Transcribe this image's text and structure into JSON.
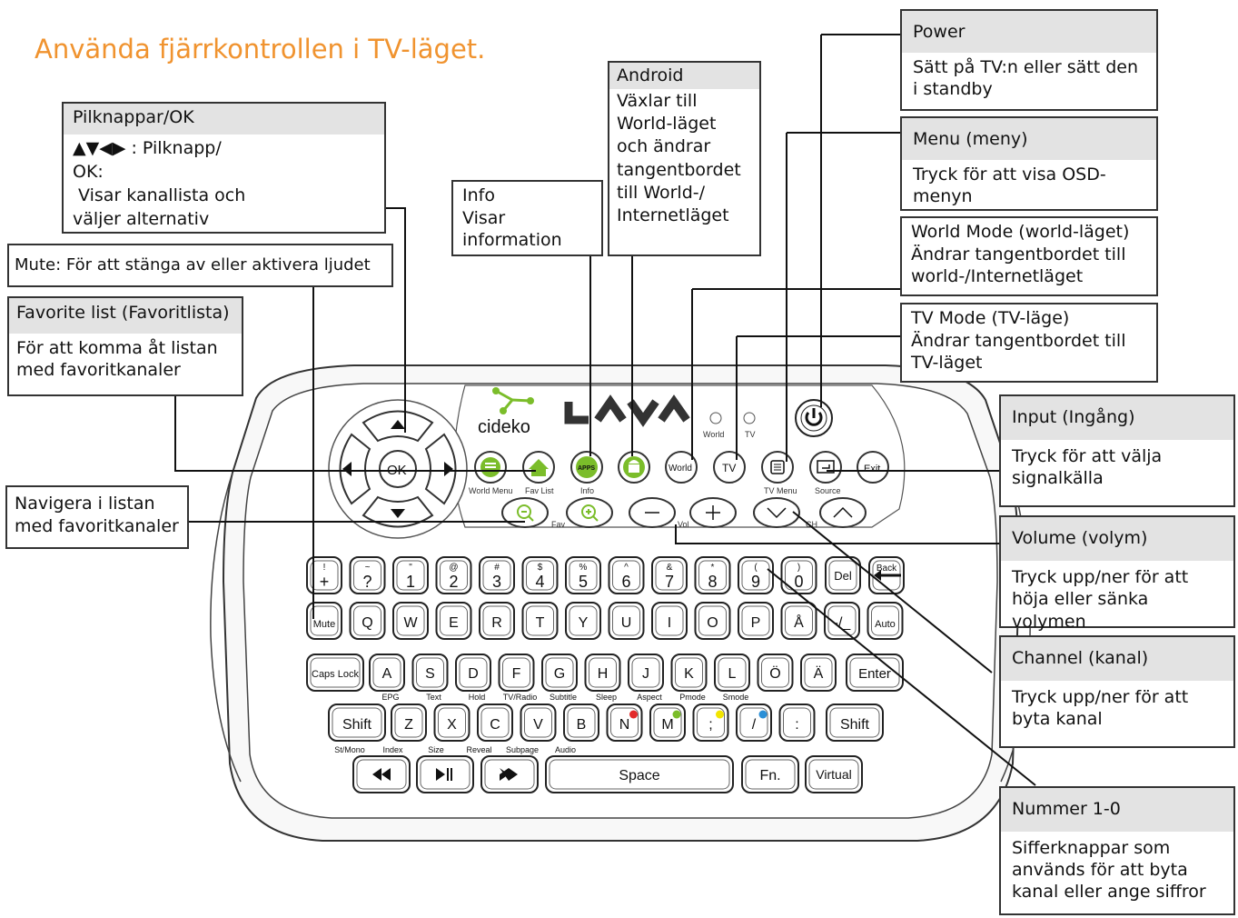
{
  "title": "Använda fjärrkontrollen i TV-läget.",
  "brand": {
    "cideko": "cideko",
    "lava": "LAVA",
    "world_led": "World",
    "tv_led": "TV"
  },
  "callouts": {
    "arrow_ok": {
      "header": "Pilknappar/OK",
      "line1": "▲▼◀▶ : Pilknapp/",
      "line2": "OK:",
      "line3": " Visar kanallista och",
      "line4": "väljer alternativ"
    },
    "mute": {
      "text": "Mute: För att stänga av eller aktivera ljudet"
    },
    "favorite": {
      "header": "Favorite list (Favoritlista)",
      "body": "För att komma åt listan med favoritkanaler"
    },
    "navigate": {
      "body": "Navigera i listan med favoritkanaler"
    },
    "info": {
      "header": "Info",
      "body": "Visar information"
    },
    "android": {
      "header": "Android",
      "body": "Växlar till World-läget och ändrar tangentbordet till World-/ Internetläget"
    },
    "power": {
      "header": "Power",
      "body": "Sätt på TV:n eller sätt den i standby"
    },
    "menu": {
      "header": "Menu (meny)",
      "body": "Tryck för att visa OSD-menyn"
    },
    "world_mode": {
      "header": "World Mode (world-läget)",
      "body": "Ändrar tangentbordet till world-/Internetläget"
    },
    "tv_mode": {
      "header": "TV Mode (TV-läge)",
      "body": "Ändrar tangentbordet till TV-läget"
    },
    "input": {
      "header": "Input (Ingång)",
      "body": "Tryck för att välja signalkälla"
    },
    "volume": {
      "header": "Volume (volym)",
      "body": "Tryck upp/ner för att höja eller sänka volymen"
    },
    "channel": {
      "header": "Channel (kanal)",
      "body": "Tryck upp/ner för att byta kanal"
    },
    "number": {
      "header": "Nummer 1-0",
      "body": "Sifferknappar som används för att byta kanal eller ange siffror"
    }
  },
  "remote_buttons": {
    "ok": "OK",
    "world": "World",
    "tv": "TV",
    "apps": "APPS",
    "exit": "Exit",
    "world_menu": "World Menu",
    "fav_list": "Fav List",
    "info": "Info",
    "tv_menu": "TV Menu",
    "source": "Source",
    "fav": "Fav",
    "vol": "Vol",
    "ch": "CH"
  },
  "keyboard": {
    "row1": [
      {
        "top": "!",
        "bot": "+"
      },
      {
        "top": "~",
        "bot": "?"
      },
      {
        "top": "\"",
        "bot": "1"
      },
      {
        "top": "@",
        "bot": "2"
      },
      {
        "top": "#",
        "bot": "3"
      },
      {
        "top": "$",
        "bot": "4"
      },
      {
        "top": "%",
        "bot": "5"
      },
      {
        "top": "^",
        "bot": "6"
      },
      {
        "top": "&",
        "bot": "7"
      },
      {
        "top": "*",
        "bot": "8"
      },
      {
        "top": "(",
        "bot": "9"
      },
      {
        "top": ")",
        "bot": "0"
      }
    ],
    "del": "Del",
    "back": "Back",
    "row2": [
      "Mute",
      "Q",
      "W",
      "E",
      "R",
      "T",
      "Y",
      "U",
      "I",
      "O",
      "P",
      "Å",
      "-/_",
      "Auto"
    ],
    "row3": [
      "Caps Lock",
      "A",
      "S",
      "D",
      "F",
      "G",
      "H",
      "J",
      "K",
      "L",
      "Ö",
      "Ä",
      "Enter"
    ],
    "row3_sub": [
      "EPG",
      "Text",
      "Hold",
      "TV/Radio",
      "Subtitle",
      "Sleep",
      "Aspect",
      "Pmode",
      "Smode"
    ],
    "row4": [
      "Shift",
      "Z",
      "X",
      "C",
      "V",
      "B",
      "N",
      "M",
      ";",
      "/",
      ":",
      "Shift"
    ],
    "row4_sub": [
      "St/Mono",
      "Index",
      "Size",
      "Reveal",
      "Subpage",
      "Audio"
    ],
    "space": "Space",
    "fn": "Fn.",
    "virtual": "Virtual"
  },
  "colors": {
    "title": "#f0932f",
    "accent_green": "#7bbd2a",
    "red": "#e32b2b",
    "green": "#7bbd2a",
    "yellow": "#f2e500",
    "blue": "#2b8fd6"
  }
}
